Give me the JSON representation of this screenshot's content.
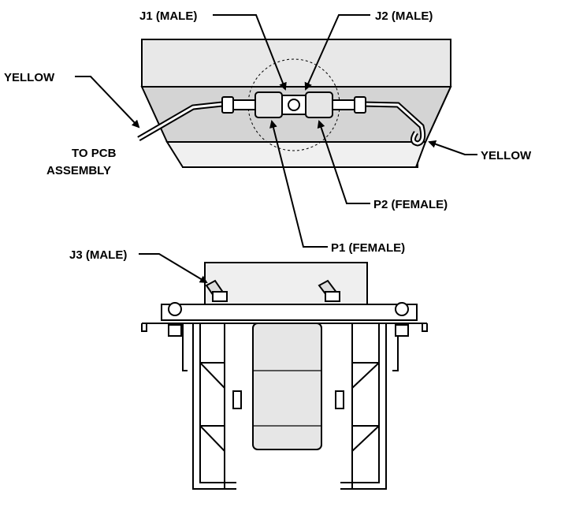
{
  "labels": {
    "j1": "J1 (MALE)",
    "j2": "J2 (MALE)",
    "yellow_left": "YELLOW",
    "yellow_right": "YELLOW",
    "to_pcb_line1": "TO PCB",
    "to_pcb_line2": "ASSEMBLY",
    "p2": "P2 (FEMALE)",
    "p1": "P1 (FEMALE)",
    "j3": "J3 (MALE)"
  },
  "colors": {
    "line": "#000000",
    "fill_light": "#e6e6e6",
    "fill_mid": "#cfcfcf",
    "background": "#ffffff"
  }
}
